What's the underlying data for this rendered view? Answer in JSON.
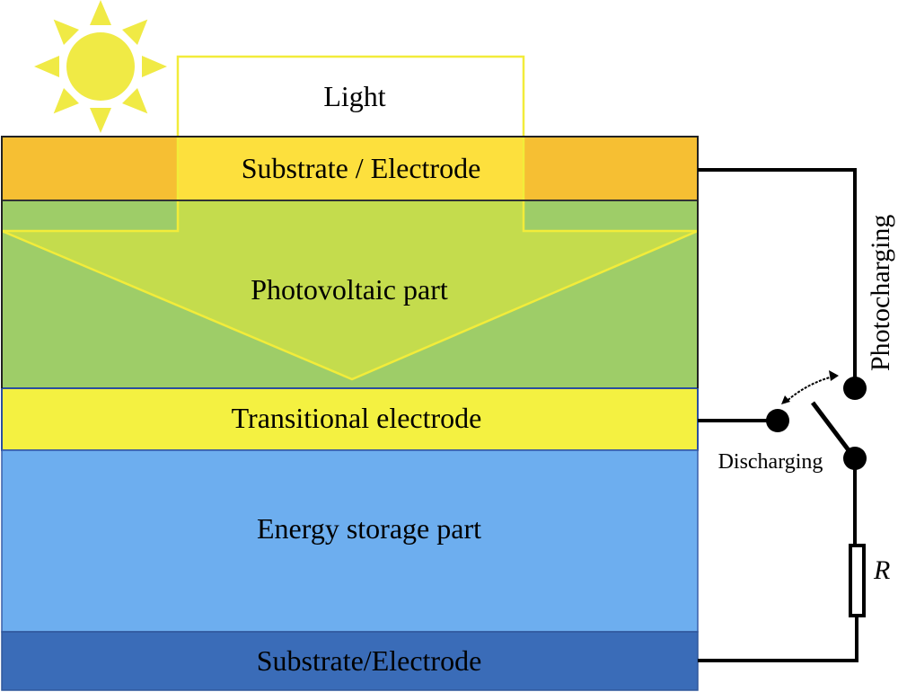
{
  "diagram": {
    "title": "Photo-rechargeable device structure",
    "light_label": "Light",
    "layers": [
      {
        "id": "top-substrate",
        "label": "Substrate / Electrode",
        "color": "#f6bf33",
        "highlight_color": "#fde03d",
        "text_color": "#000000"
      },
      {
        "id": "photovoltaic",
        "label": "Photovoltaic part",
        "color": "#9ecd68",
        "highlight_color": "#c4dc4d",
        "text_color": "#000000"
      },
      {
        "id": "transitional",
        "label": "Transitional electrode",
        "color": "#f4f141",
        "text_color": "#000000"
      },
      {
        "id": "energy-storage",
        "label": "Energy storage part",
        "color": "#6daeef",
        "text_color": "#000000"
      },
      {
        "id": "bottom-substrate",
        "label": "Substrate/Electrode",
        "color": "#3a6cb8",
        "text_color": "#ffffff"
      }
    ],
    "circuit": {
      "photocharging_label": "Photocharging",
      "discharging_label": "Discharging",
      "resistor_label": "R"
    },
    "colors": {
      "sun": "#f0ea45",
      "light_outline": "#f2ec3a",
      "wire": "#000000"
    }
  }
}
